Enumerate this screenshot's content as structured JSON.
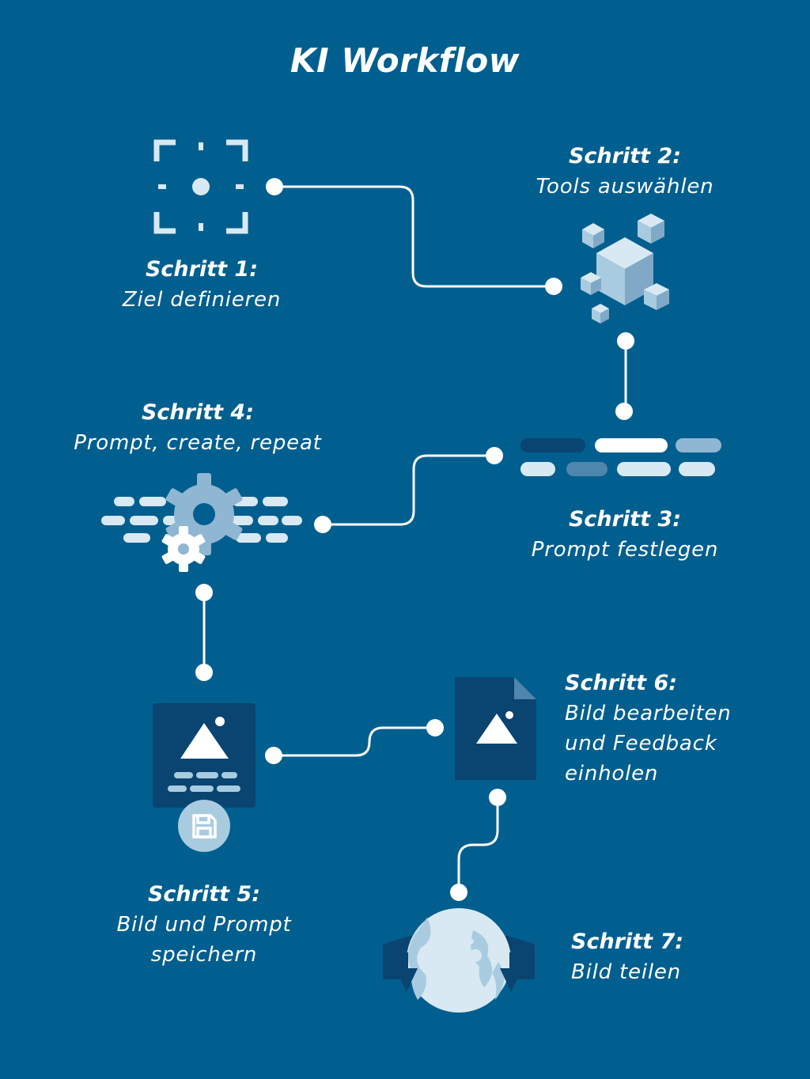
{
  "title": "KI Workflow",
  "colors": {
    "background": "#005f8f",
    "dark_blue": "#0a4470",
    "light_blue": "#a9cbe0",
    "pale_blue": "#d8e9f3",
    "white": "#ffffff"
  },
  "steps": [
    {
      "label": "Schritt 1:",
      "desc": "Ziel definieren",
      "icon": "target-icon"
    },
    {
      "label": "Schritt 2:",
      "desc": "Tools auswählen",
      "icon": "cubes-icon"
    },
    {
      "label": "Schritt 3:",
      "desc": "Prompt festlegen",
      "icon": "prompt-bars-icon"
    },
    {
      "label": "Schritt 4:",
      "desc": "Prompt, create, repeat",
      "icon": "gears-icon"
    },
    {
      "label": "Schritt 5:",
      "desc": "Bild und Prompt\nspeichern",
      "icon": "save-image-icon"
    },
    {
      "label": "Schritt 6:",
      "desc": "Bild bearbeiten\nund Feedback\neinholen",
      "icon": "image-file-icon"
    },
    {
      "label": "Schritt 7:",
      "desc": "Bild teilen",
      "icon": "globe-share-icon"
    }
  ]
}
